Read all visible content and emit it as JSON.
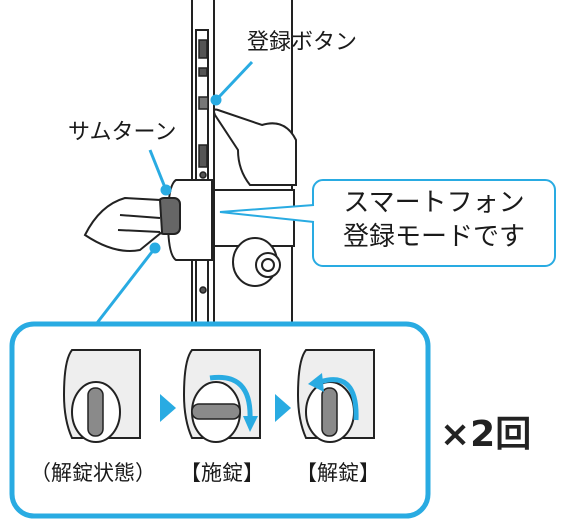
{
  "labels": {
    "register_button": "登録ボタン",
    "thumb_turn": "サムターン",
    "callout_line1": "スマートフォン",
    "callout_line2": "登録モードです",
    "repeat": "×2回"
  },
  "states": [
    {
      "label": "（解錠状態）"
    },
    {
      "label": "【施錠】"
    },
    {
      "label": "【解錠】"
    }
  ],
  "colors": {
    "accent": "#29abe2",
    "line": "#222222",
    "lock_fill": "#eeeeee",
    "knob_fill": "#8a8a8a"
  }
}
